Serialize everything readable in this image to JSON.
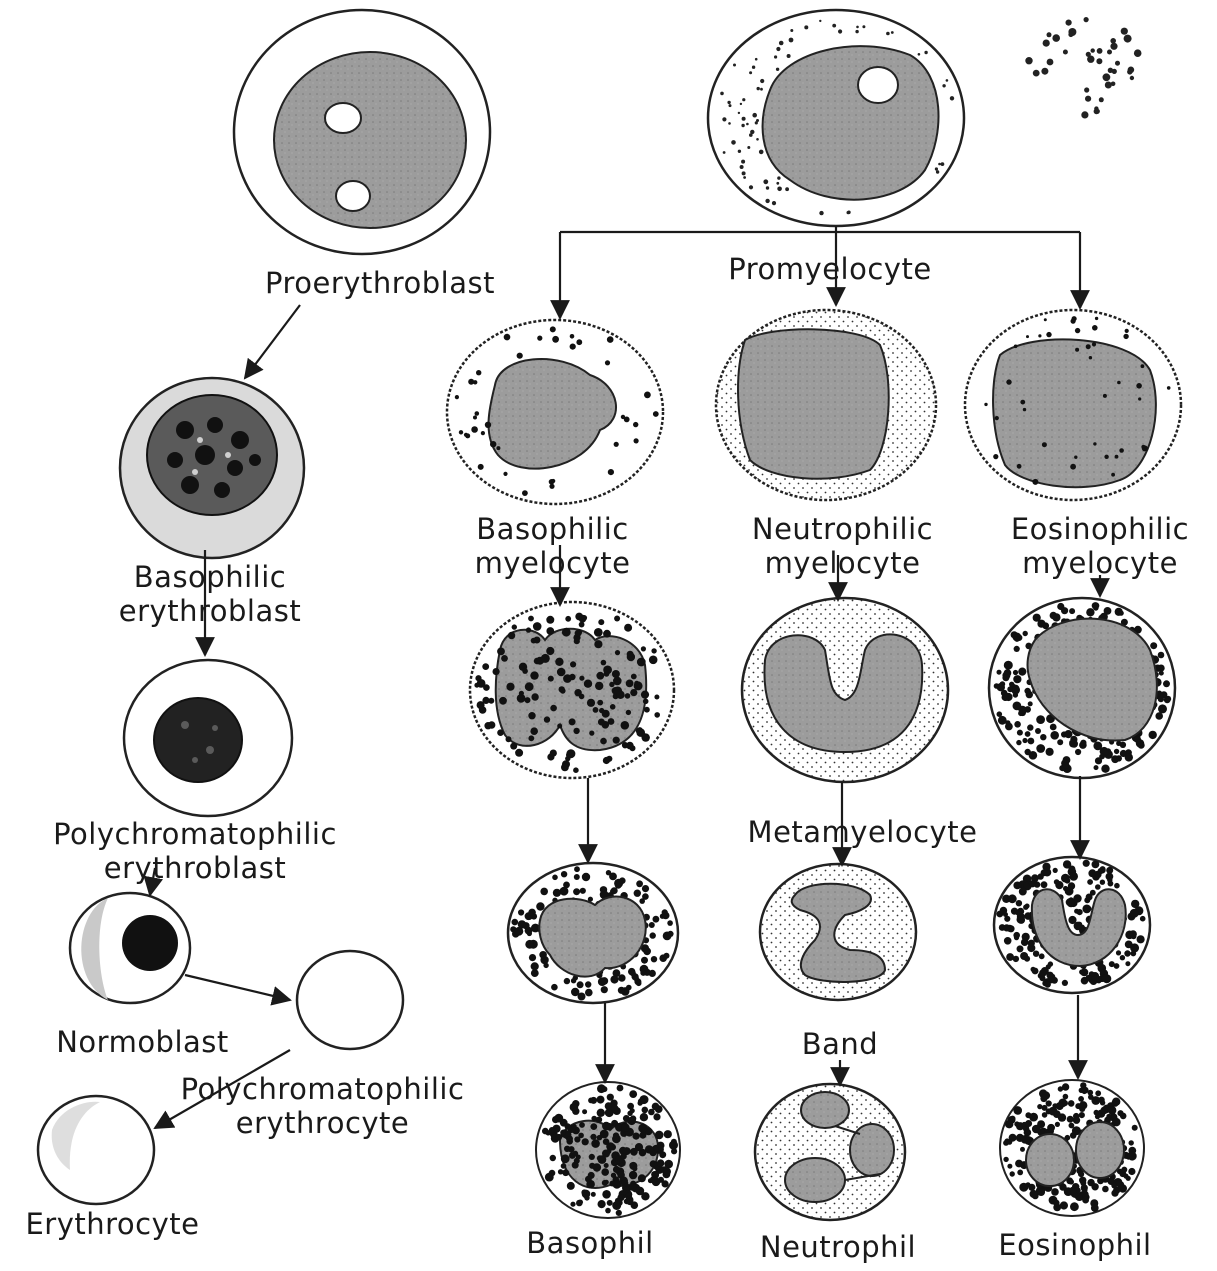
{
  "labels": {
    "proerythroblast": "Proerythroblast",
    "promyelocyte": "Promyelocyte",
    "basophilic_erythroblast_1": "Basophilic",
    "basophilic_erythroblast_2": "erythroblast",
    "polychromatophilic_erythroblast_1": "Polychromatophilic",
    "polychromatophilic_erythroblast_2": "erythroblast",
    "normoblast": "Normoblast",
    "polychromatophilic_erythrocyte_1": "Polychromatophilic",
    "polychromatophilic_erythrocyte_2": "erythrocyte",
    "erythrocyte": "Erythrocyte",
    "basophilic_myelocyte_1": "Basophilic",
    "basophilic_myelocyte_2": "myelocyte",
    "neutrophilic_myelocyte_1": "Neutrophilic",
    "neutrophilic_myelocyte_2": "myelocyte",
    "eosinophilic_myelocyte_1": "Eosinophilic",
    "eosinophilic_myelocyte_2": "myelocyte",
    "metamyelocyte": "Metamyelocyte",
    "band": "Band",
    "basophil": "Basophil",
    "neutrophil": "Neutrophil",
    "eosinophil": "Eosinophil"
  },
  "colors": {
    "ink": "#1a1a1a",
    "nucleus": "#9a9a9a",
    "nucleus_dark": "#1e1e1e",
    "cytoplasm_shade": "#d6d6d6"
  }
}
